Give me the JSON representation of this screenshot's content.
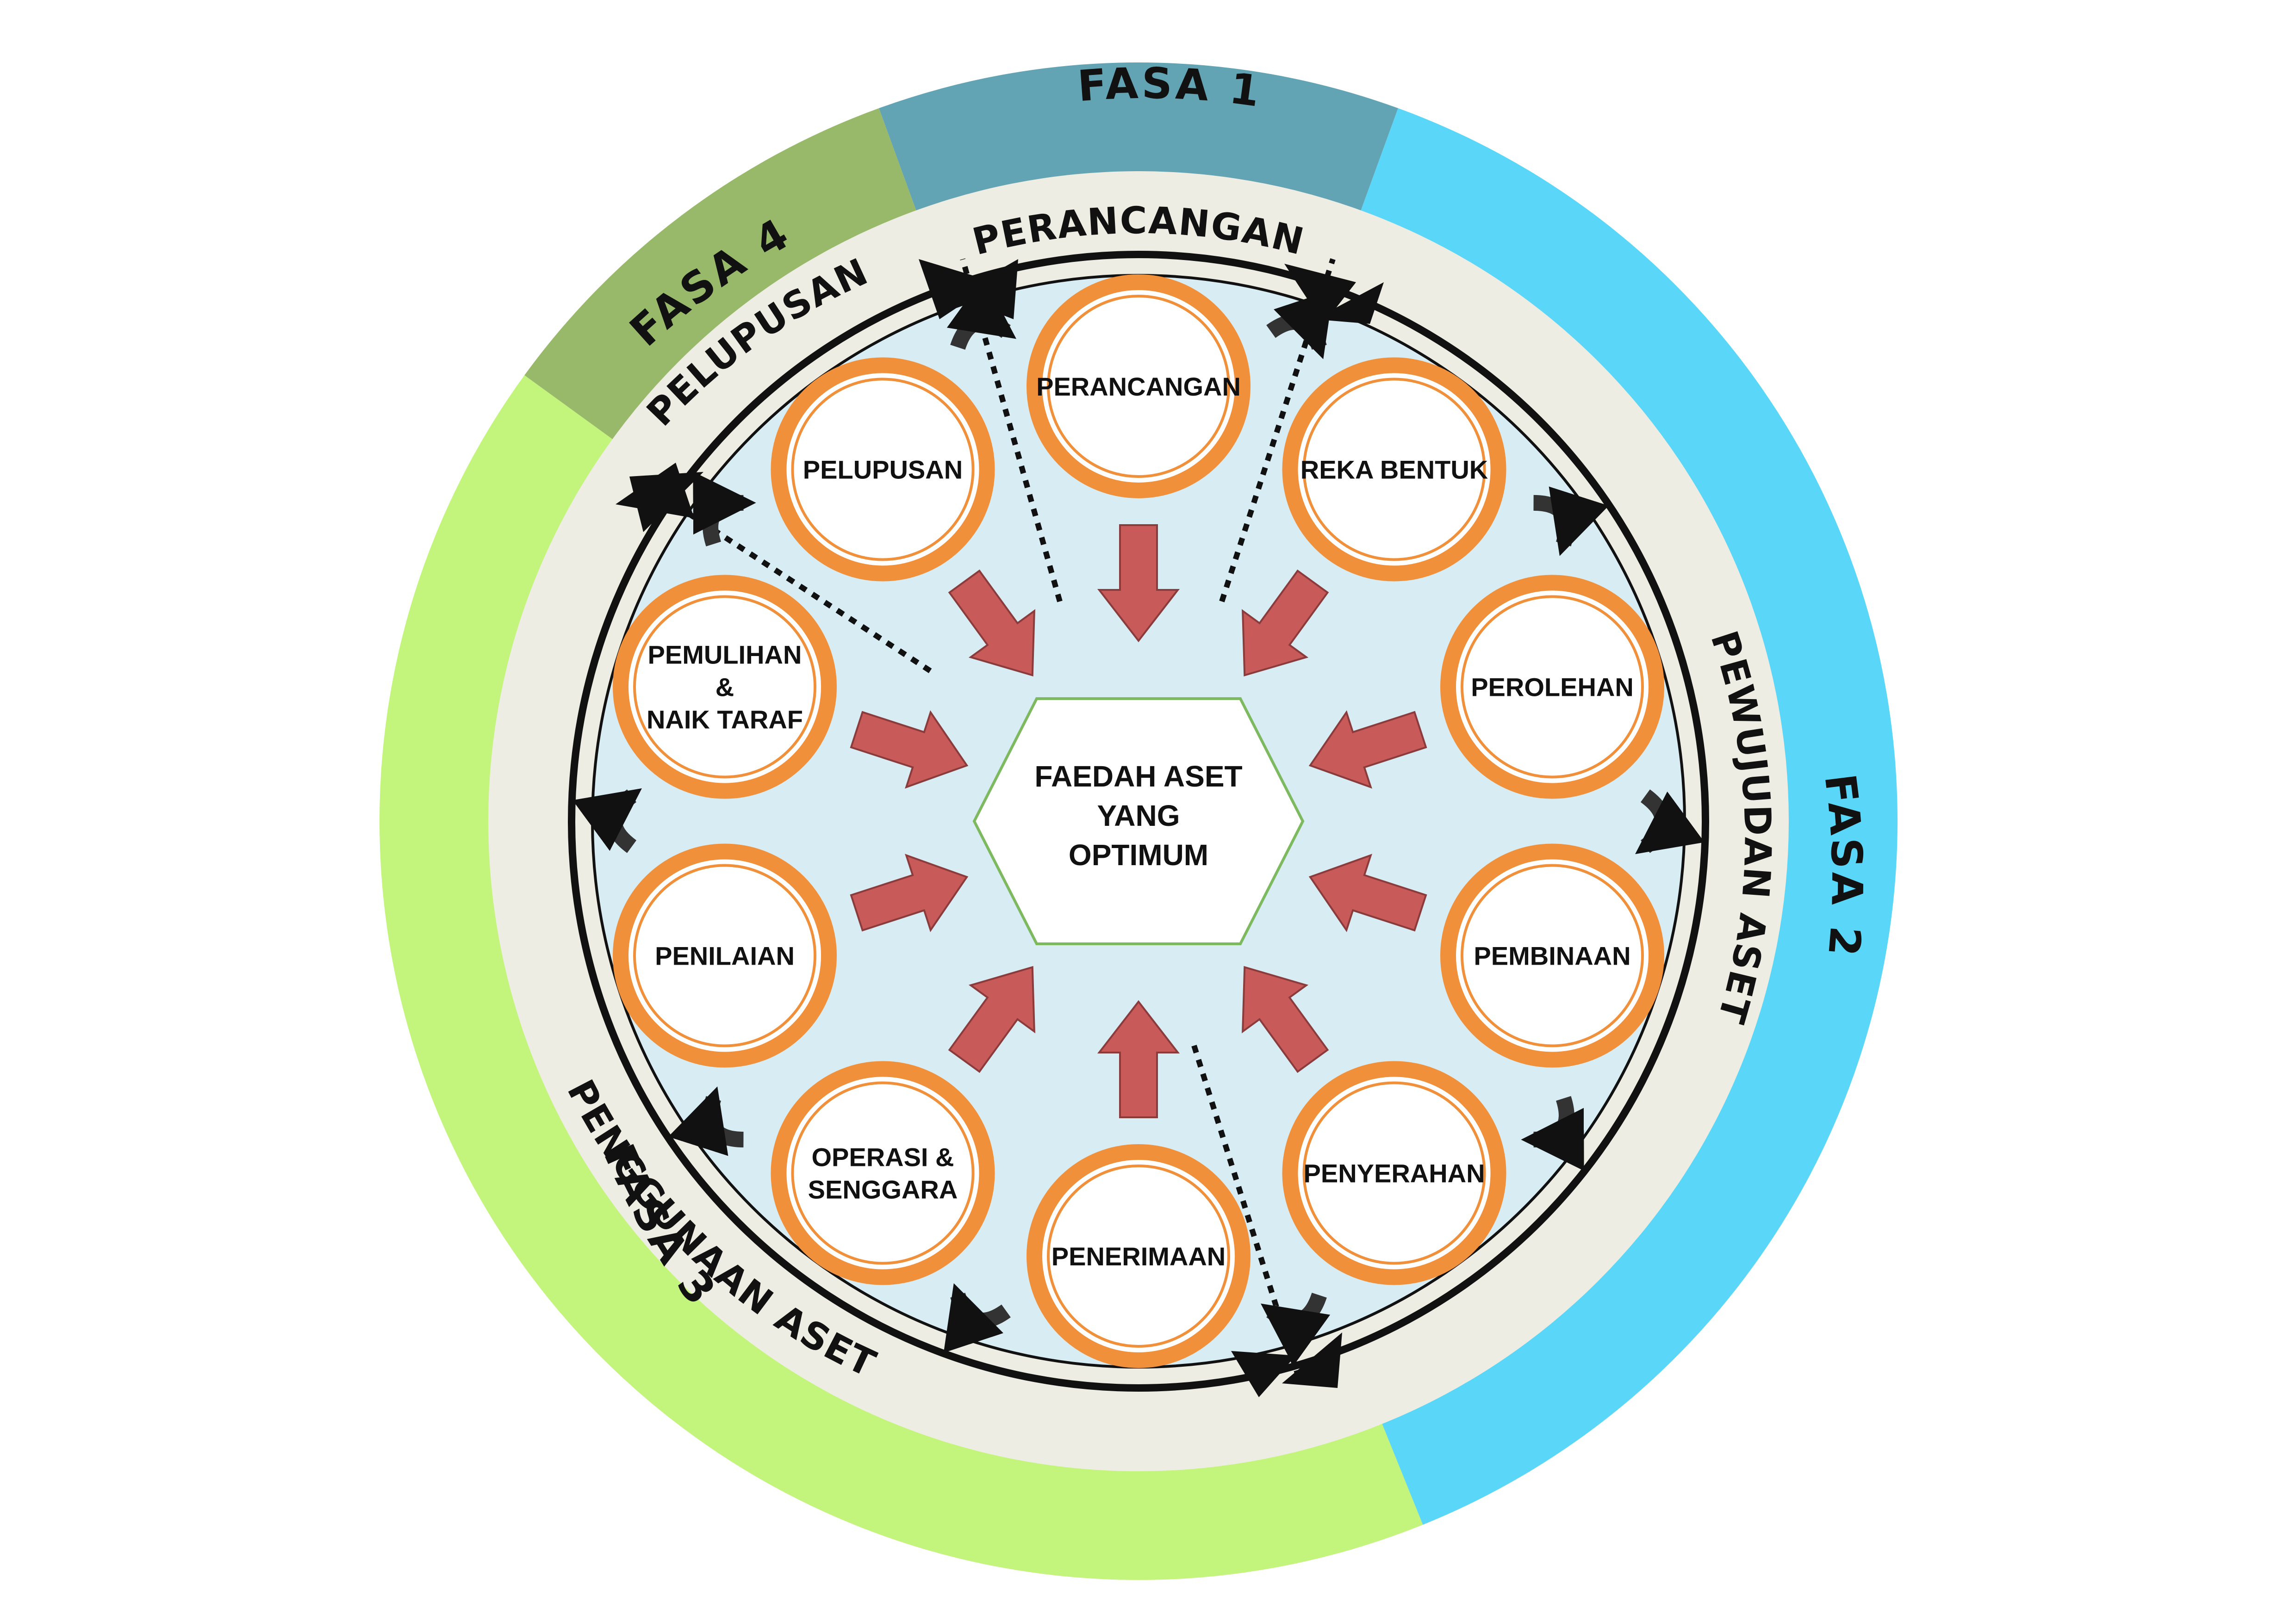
{
  "colors": {
    "phase1": "#62A3B4",
    "phase2": "#5AD7F8",
    "phase3": "#C3F47C",
    "phase4": "#98B96A",
    "band": "#EEEDE3",
    "inner_fill": "#D8ECF3",
    "node_ring": "#F1903A",
    "arrow": "#C85A5A",
    "center_border": "#7DB95E"
  },
  "phases": [
    {
      "id": "fasa1",
      "label": "FASA 1",
      "stage": "PERANCANGAN"
    },
    {
      "id": "fasa2",
      "label": "FASA 2",
      "stage": "PEWUJUDAN ASET"
    },
    {
      "id": "fasa3",
      "label": "FASA 3",
      "stage": "PENGGUNAAN ASET"
    },
    {
      "id": "fasa4",
      "label": "FASA 4",
      "stage": "PELUPUSAN"
    }
  ],
  "center": {
    "lines": [
      "FAEDAH ASET",
      "YANG",
      "OPTIMUM"
    ]
  },
  "nodes": [
    {
      "id": "perancangan",
      "lines": [
        "PERANCANGAN"
      ]
    },
    {
      "id": "reka-bentuk",
      "lines": [
        "REKA BENTUK"
      ]
    },
    {
      "id": "perolehan",
      "lines": [
        "PEROLEHAN"
      ]
    },
    {
      "id": "pembinaan",
      "lines": [
        "PEMBINAAN"
      ]
    },
    {
      "id": "penyerahan",
      "lines": [
        "PENYERAHAN"
      ]
    },
    {
      "id": "penerimaan",
      "lines": [
        "PENERIMAAN"
      ]
    },
    {
      "id": "operasi-senggara",
      "lines": [
        "OPERASI &",
        "SENGGARA"
      ]
    },
    {
      "id": "penilaian",
      "lines": [
        "PENILAIAN"
      ]
    },
    {
      "id": "pemulihan-naik-taraf",
      "lines": [
        "PEMULIHAN",
        "&",
        "NAIK TARAF"
      ]
    },
    {
      "id": "pelupusan",
      "lines": [
        "PELUPUSAN"
      ]
    }
  ]
}
